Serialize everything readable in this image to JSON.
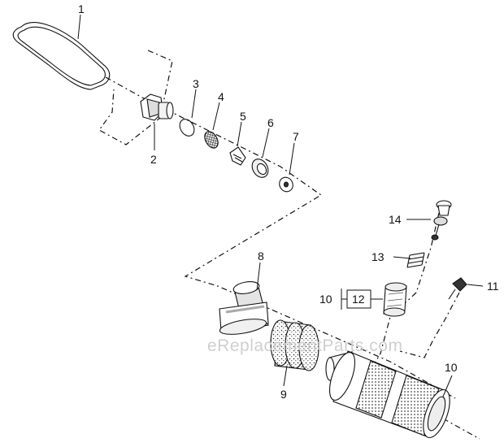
{
  "callouts": {
    "c1": "1",
    "c2": "2",
    "c3": "3",
    "c4": "4",
    "c5": "5",
    "c6": "6",
    "c7": "7",
    "c8": "8",
    "c9": "9",
    "c10a": "10",
    "c10b": "10",
    "c11": "11",
    "c12": "12",
    "c13": "13",
    "c14": "14"
  },
  "watermark": "eReplacementParts.com"
}
